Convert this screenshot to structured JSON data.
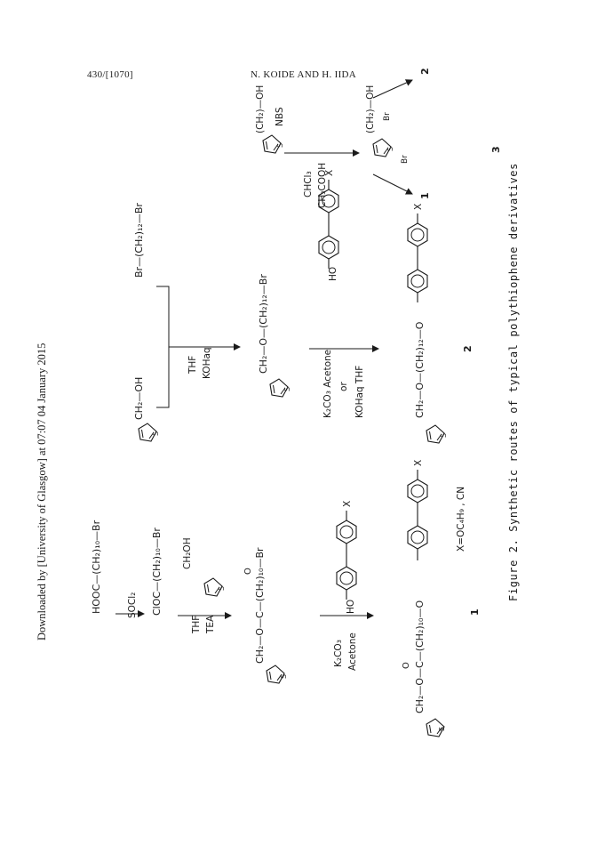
{
  "header": {
    "page_number": "430/[1070]",
    "authors": "N. KOIDE AND H. IIDA"
  },
  "side_note": "Downloaded by [University of Glasgow] at 07:07 04 January 2015",
  "figure": {
    "caption": "Figure 2. Synthetic routes of typical polythiophene derivatives",
    "route1": {
      "number": "1",
      "start": "HOOC—(CH₂)₁₀—Br",
      "reagent1": "SOCl₂",
      "acid_chloride": "ClOC—(CH₂)₁₀—Br",
      "co_reactant": "CH₂OH",
      "cond_a": "THF",
      "cond_b": "TEA",
      "ester_o": "O",
      "ester": "CH₂—O—C—(CH₂)₁₀—Br",
      "phenol_ho": "HO",
      "phenol_x": "X",
      "cond2_a": "K₂CO₃",
      "cond2_b": "Acetone",
      "product_o": "O",
      "product": "CH₂—O—C—(CH₂)₁₀—O",
      "product_x": "X",
      "x_def": "X=OC₄H₉ , CN"
    },
    "route2": {
      "number": "2",
      "start": "CH₂—OH",
      "dibromide": "Br—(CH₂)₁₂—Br",
      "cond_a": "THF",
      "cond_b": "KOHaq",
      "ether": "CH₂—O—(CH₂)₁₂—Br",
      "phenol_ho": "HO",
      "phenol_x": "X",
      "cond2_a": "K₂CO₃  Acetone",
      "cond2_or": "or",
      "cond2_b": "KOHaq  THF",
      "product": "CH₂—O—(CH₂)₁₂—O",
      "product_x": "X"
    },
    "route3": {
      "number": "3",
      "start": "(CH₂)—OH",
      "reagent": "NBS",
      "cond_a": "CHCl₃",
      "cond_b": "CH₃COOH",
      "product": "(CH₂)—OH",
      "br1": "Br",
      "br2": "Br",
      "to_a": "2",
      "to_b": "1"
    },
    "ring_s": "S"
  }
}
